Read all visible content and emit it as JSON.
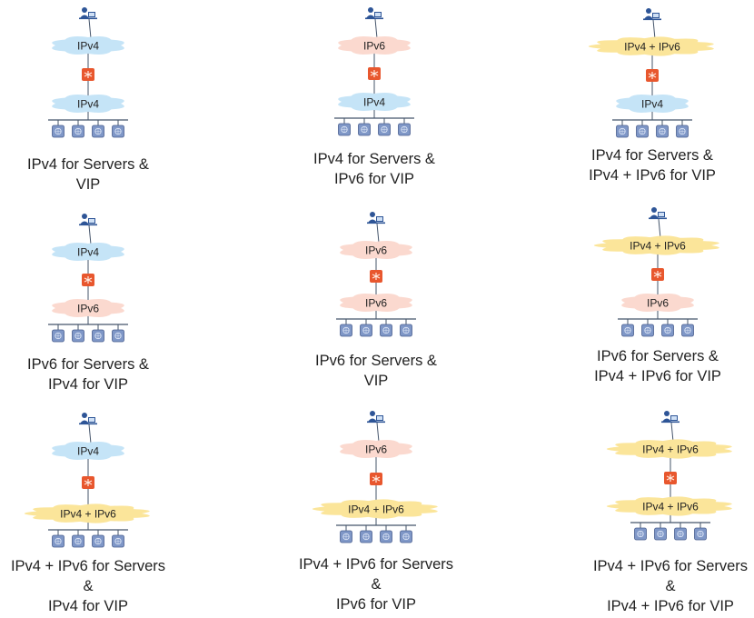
{
  "scenarios": [
    {
      "top": "IPv4",
      "bottom": "IPv4",
      "top_type": "v4",
      "bottom_type": "v4",
      "caption": [
        "IPv4 for Servers &",
        "VIP"
      ]
    },
    {
      "top": "IPv6",
      "bottom": "IPv4",
      "top_type": "v6",
      "bottom_type": "v4",
      "caption": [
        "IPv4 for Servers &",
        "IPv6 for VIP"
      ]
    },
    {
      "top": "IPv4 + IPv6",
      "bottom": "IPv4",
      "top_type": "dual",
      "bottom_type": "v4",
      "caption": [
        "IPv4 for Servers &",
        "IPv4 + IPv6 for VIP"
      ]
    },
    {
      "top": "IPv4",
      "bottom": "IPv6",
      "top_type": "v4",
      "bottom_type": "v6",
      "caption": [
        "IPv6 for Servers &",
        "IPv4 for VIP"
      ]
    },
    {
      "top": "IPv6",
      "bottom": "IPv6",
      "top_type": "v6",
      "bottom_type": "v6",
      "caption": [
        "IPv6 for Servers &",
        "VIP"
      ]
    },
    {
      "top": "IPv4 + IPv6",
      "bottom": "IPv6",
      "top_type": "dual",
      "bottom_type": "v6",
      "caption": [
        "IPv6 for Servers &",
        "IPv4 + IPv6 for VIP"
      ]
    },
    {
      "top": "IPv4",
      "bottom": "IPv4 + IPv6",
      "top_type": "v4",
      "bottom_type": "dual",
      "caption": [
        "IPv4 + IPv6 for Servers",
        "&",
        "IPv4 for VIP"
      ]
    },
    {
      "top": "IPv6",
      "bottom": "IPv4 + IPv6",
      "top_type": "v6",
      "bottom_type": "dual",
      "caption": [
        "IPv4 + IPv6 for Servers",
        "&",
        "IPv6 for VIP"
      ]
    },
    {
      "top": "IPv4 + IPv6",
      "bottom": "IPv4 + IPv6",
      "top_type": "dual",
      "bottom_type": "dual",
      "caption": [
        "IPv4 + IPv6 for Servers",
        "&",
        "IPv4 + IPv6 for VIP"
      ]
    }
  ],
  "colors": {
    "v4": "#c5e4f7",
    "v6": "#fbd9cf",
    "dual": "#fbe59a",
    "line": "#44546a",
    "switch": "#e8572e",
    "server": "#7f97c7",
    "user": "#2e5597"
  }
}
